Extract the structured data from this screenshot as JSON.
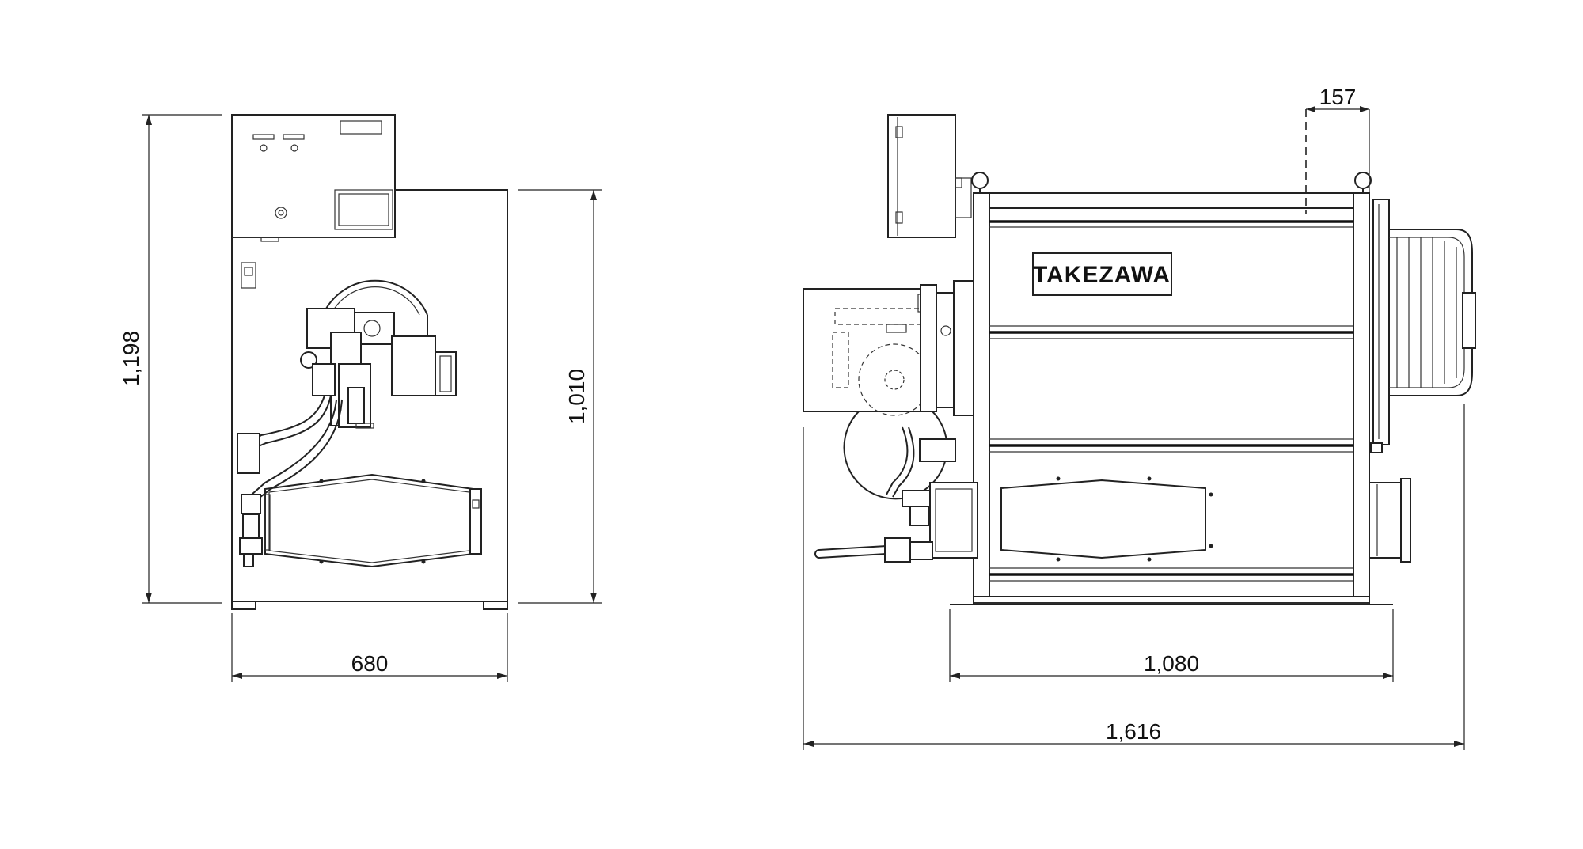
{
  "brand": "TAKEZAWA",
  "dimensions": {
    "front_height": "1,198",
    "front_body_height": "1,010",
    "front_width": "680",
    "side_top_offset": "157",
    "side_base_width": "1,080",
    "side_total_width": "1,616"
  }
}
